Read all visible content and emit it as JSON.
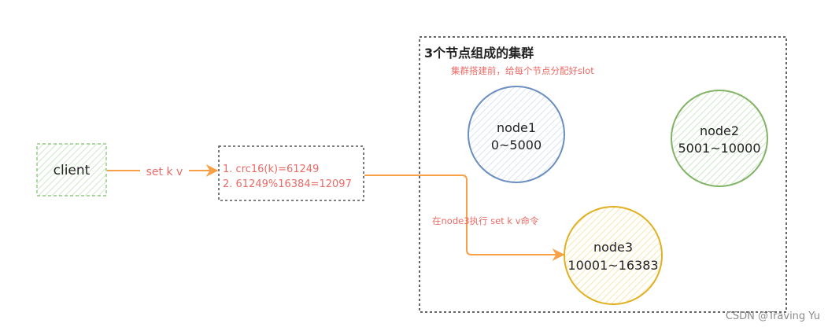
{
  "diagram": {
    "client_label": "client",
    "edge_set_label": "set k v",
    "calc_line1": "1. crc16(k)=61249",
    "calc_line2": "2. 61249%16384=12097",
    "cluster_title": "3个节点组成的集群",
    "cluster_note": "集群搭建前，给每个节点分配好slot",
    "node1_name": "node1",
    "node1_range": "0~5000",
    "node2_name": "node2",
    "node2_range": "5001~10000",
    "node3_name": "node3",
    "node3_range": "10001~16383",
    "exec_label": "在node3执行 set k v命令"
  },
  "footer": {
    "watermark": "CSDN @Traving Yu"
  },
  "colors": {
    "client_border": "#7cc06a",
    "node1_border": "#6c8ebf",
    "node2_border": "#82b366",
    "node3_border": "#e0b020",
    "arrow": "#f7a045",
    "red_text": "#ea6b66"
  }
}
